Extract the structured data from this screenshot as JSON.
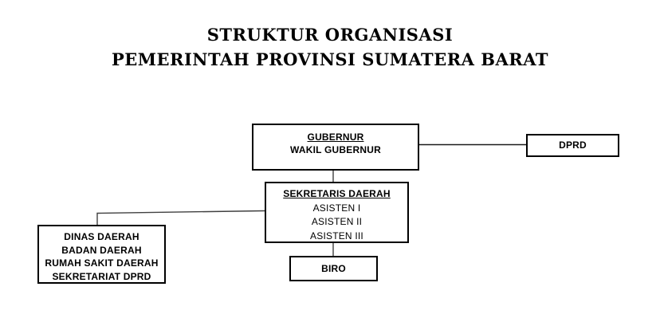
{
  "title": {
    "line1": "STRUKTUR ORGANISASI",
    "line2": "PEMERINTAH PROVINSI SUMATERA BARAT"
  },
  "nodes": {
    "gubernur": {
      "heading": "GUBERNUR",
      "subline": "WAKIL GUBERNUR"
    },
    "dprd": {
      "label": "DPRD"
    },
    "sekretaris_daerah": {
      "heading": "SEKRETARIS DAERAH",
      "items": [
        "ASISTEN I",
        "ASISTEN II",
        "ASISTEN III"
      ]
    },
    "dinas_group": {
      "lines": [
        "DINAS DAERAH",
        "BADAN DAERAH",
        "RUMAH SAKIT DAERAH",
        "SEKRETARIAT DPRD"
      ]
    },
    "biro": {
      "label": "BIRO"
    }
  },
  "colors": {
    "background": "#ffffff",
    "box_border": "#000000",
    "text": "#000000",
    "connector": "#404040"
  }
}
